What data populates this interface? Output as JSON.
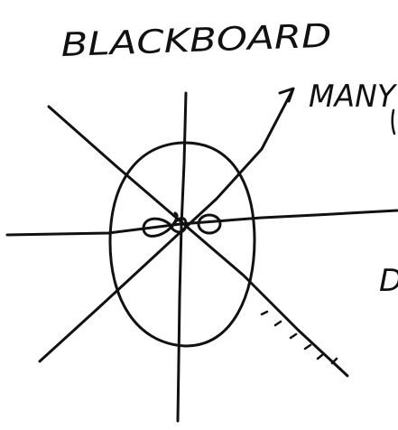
{
  "sketch": {
    "title": "BLACKBOARD",
    "label_right_top": "MANY",
    "label_right_middle": "D",
    "ink_color": "#111111",
    "background": "#ffffff"
  }
}
